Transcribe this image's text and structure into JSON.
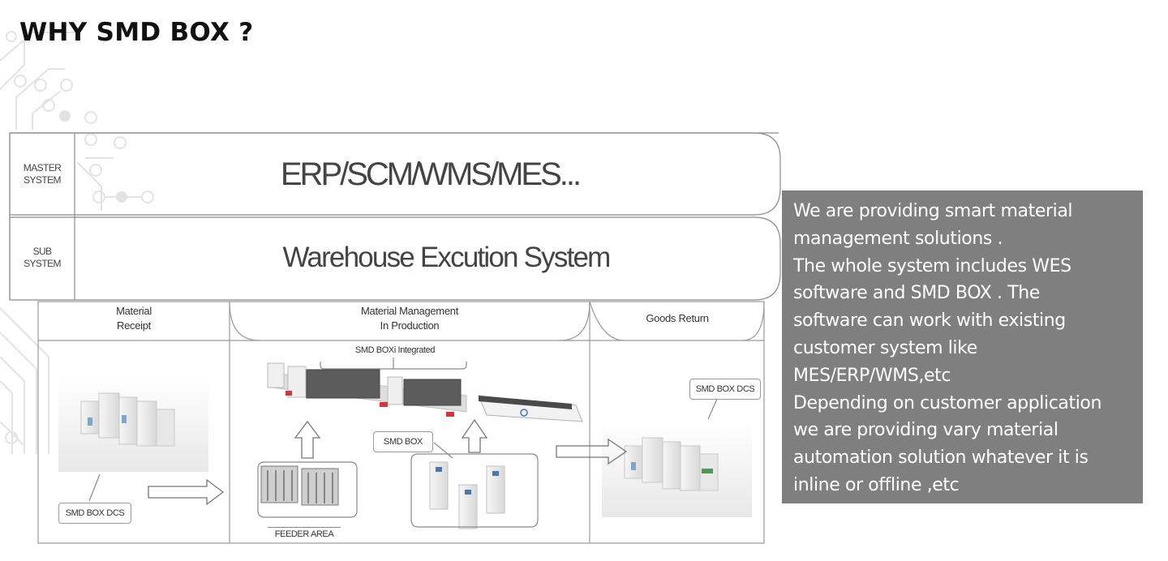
{
  "page": {
    "title": "WHY SMD BOX ?"
  },
  "system_layers": [
    {
      "label": "MASTER\nSYSTEM",
      "label_lines": [
        "MASTER",
        "SYSTEM"
      ],
      "content": "ERP/SCM/WMS/MES..."
    },
    {
      "label": "SUB\nSYSTEM",
      "label_lines": [
        "SUB",
        "SYSTEM"
      ],
      "content": "Warehouse Excution System"
    }
  ],
  "stages": {
    "receipt": {
      "lines": [
        "Material",
        "Receipt"
      ]
    },
    "production": {
      "lines": [
        "Material Management",
        "In Production"
      ]
    },
    "return": {
      "lines": [
        "Goods Return"
      ]
    }
  },
  "callouts": {
    "integrated": "SMD BOXi Integrated",
    "dcs_left": "SMD BOX DCS",
    "dcs_right": "SMD BOX DCS",
    "smd_box": "SMD BOX",
    "feeder_area": "FEEDER AREA"
  },
  "info_panel": {
    "lines": [
      "We are providing smart material",
      "management solutions .",
      "The whole system includes WES",
      "software and SMD BOX . The",
      "software can work with existing",
      "customer system like",
      "MES/ERP/WMS,etc",
      "Depending on customer application",
      "we are providing vary material",
      "automation solution whatever it is",
      "inline or offline ,etc"
    ],
    "background": "#7f7f7f",
    "text_color": "#ffffff"
  },
  "icons": {
    "background": "circuit-trace-icon",
    "flow": "hollow-arrow-icon"
  }
}
